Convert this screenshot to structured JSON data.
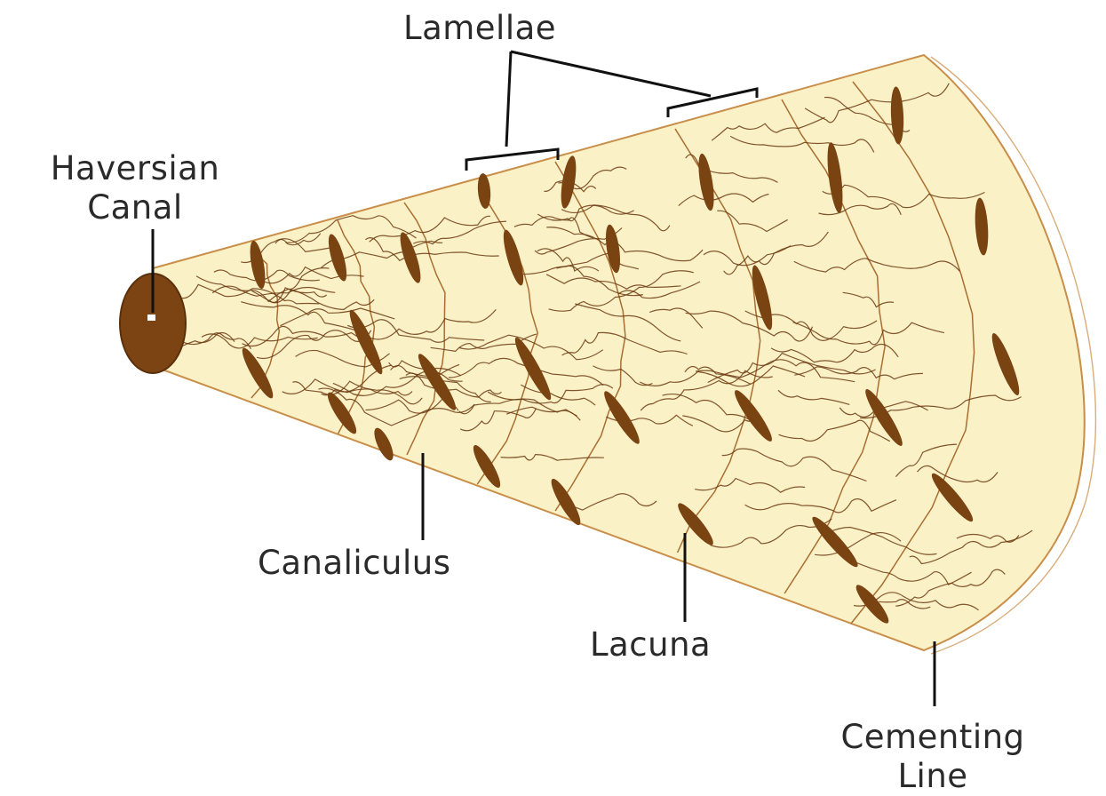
{
  "diagram": {
    "labels": {
      "lamellae": "Lamellae",
      "haversian_canal_line1": "Haversian",
      "haversian_canal_line2": "Canal",
      "canaliculus": "Canaliculus",
      "lacuna": "Lacuna",
      "cementing_line_line1": "Cementing",
      "cementing_line_line2": "Line"
    },
    "colors": {
      "matrix_fill": "#fbf1c6",
      "outline": "#c98f4a",
      "lacuna_fill": "#7a4312",
      "canaliculi": "#6b3a10",
      "leader_lines": "#111111",
      "label_text": "#2a2a2a"
    }
  }
}
